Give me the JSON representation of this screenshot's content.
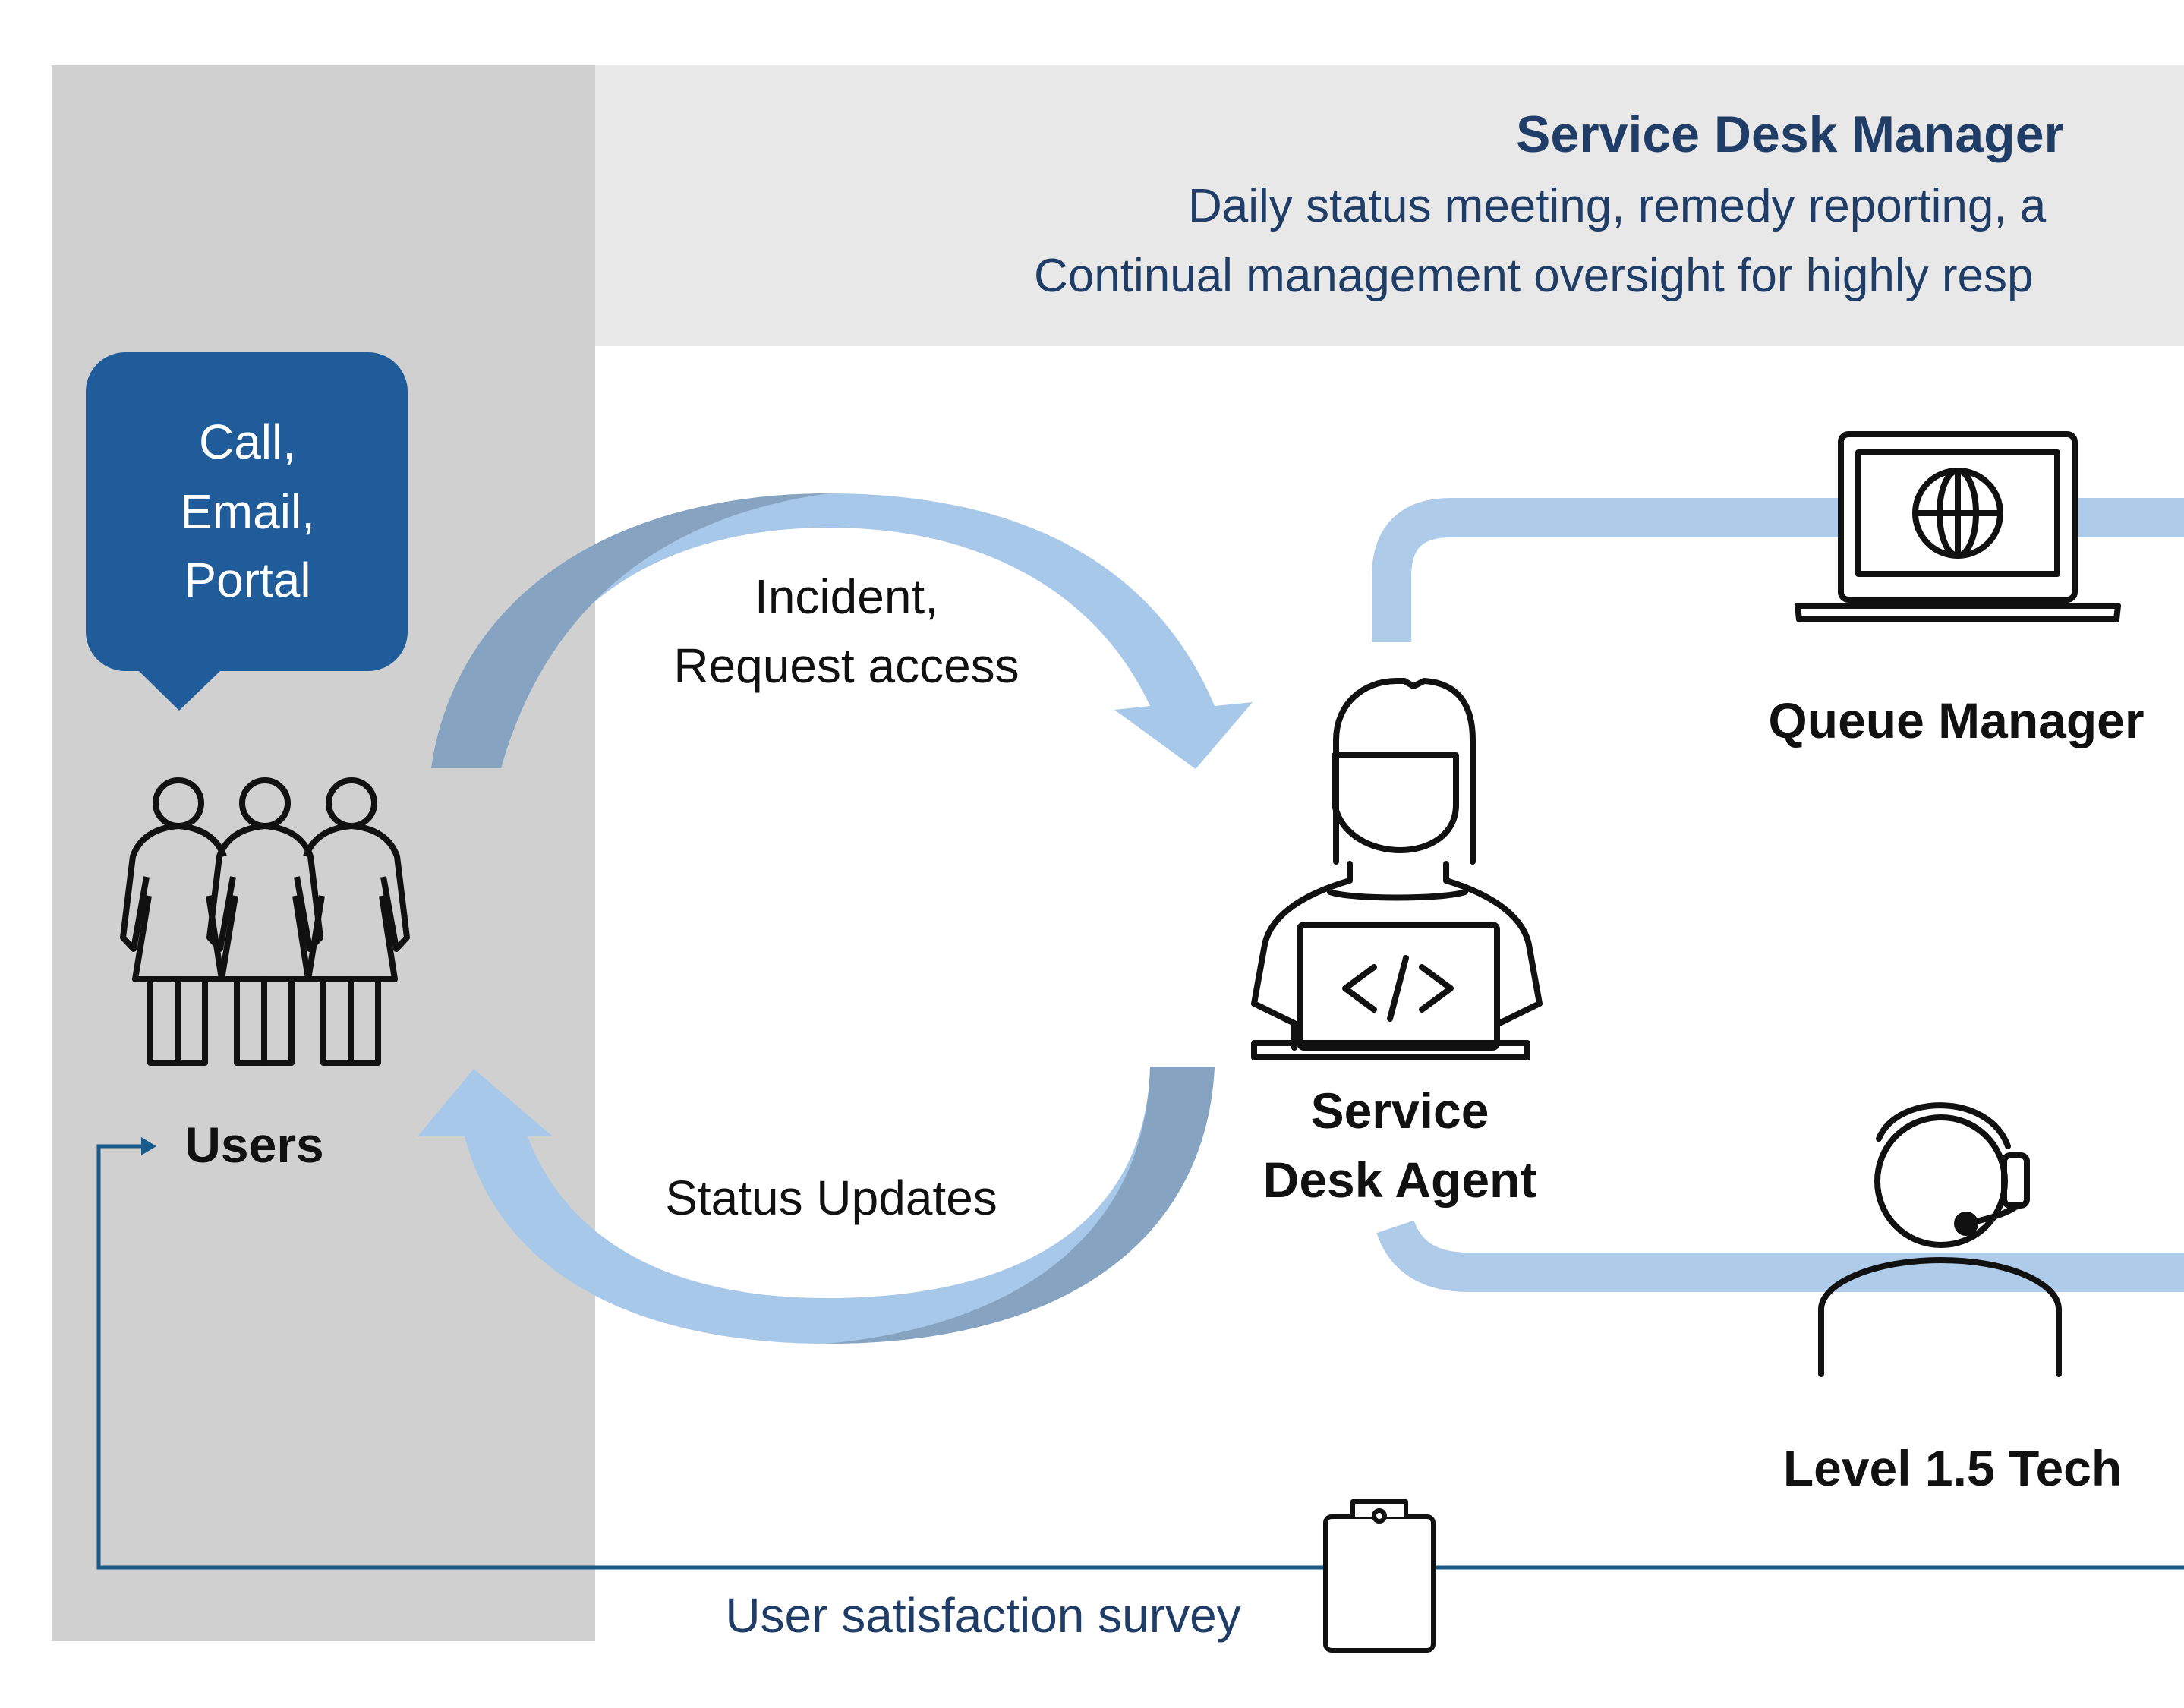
{
  "header": {
    "title": "Service Desk Manager",
    "line1": "Daily status meeting, remedy reporting, a",
    "line2": "Continual management oversight for highly resp"
  },
  "bubble": {
    "line1": "Call,",
    "line2": "Email,",
    "line3": "Portal"
  },
  "users": {
    "label": "Users"
  },
  "flow_top": {
    "line1": "Incident,",
    "line2": "Request access"
  },
  "flow_bottom": {
    "label": "Status Updates"
  },
  "agent": {
    "line1": "Service",
    "line2": "Desk Agent"
  },
  "queue_manager": {
    "label": "Queue Manager"
  },
  "tech": {
    "label": "Level 1.5 Tech"
  },
  "survey": {
    "label": "User satisfaction survey"
  },
  "icons": [
    "people-group-icon",
    "laptop-globe-icon",
    "agent-laptop-icon",
    "headset-icon",
    "clipboard-icon"
  ],
  "colors": {
    "left_panel": "#d0d0d0",
    "header_band": "#e8e8e8",
    "bubble": "#1f5c99",
    "title_text": "#1f3d66",
    "arrow_light": "#a8c8ea",
    "arrow_dark": "#86a3c1",
    "connector": "#aecbea",
    "survey_line": "#1a5a8a"
  }
}
